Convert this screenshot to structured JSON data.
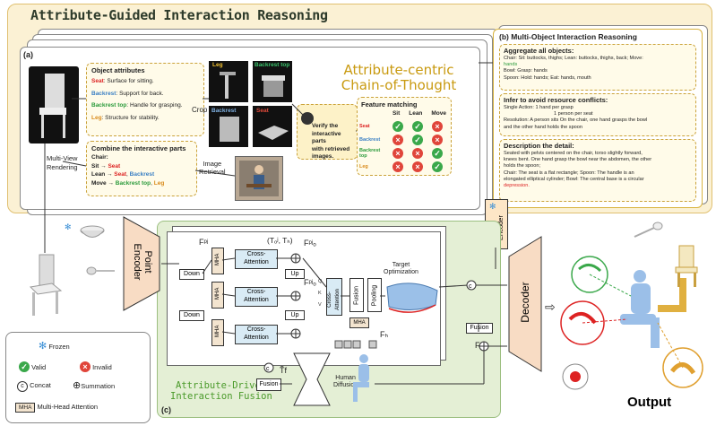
{
  "panel_a": {
    "title": "Attribute-Guided Interaction Reasoning",
    "label": "(a)",
    "cot_title": [
      "Attribute-centric",
      "Chain-of-Thought"
    ],
    "object_attributes": {
      "title": "Object attributes",
      "items": [
        {
          "part": "Seat",
          "desc": ": Surface for sitting."
        },
        {
          "part": "Backrest",
          "desc": ": Support for back."
        },
        {
          "part": "Backrest top",
          "desc": ": Handle for grasping."
        },
        {
          "part": "Leg",
          "desc": ": Structure for stability."
        }
      ]
    },
    "combine": {
      "title": "Combine the interactive parts",
      "object": "Chair:",
      "rows": [
        {
          "action": "Sit",
          "parts": "Seat"
        },
        {
          "action": "Lean",
          "parts_a": "Seat",
          "parts_b": "Backrest"
        },
        {
          "action": "Move",
          "parts_a": "Backrest top",
          "parts_b": "Leg"
        }
      ]
    },
    "crop_label": "Crop",
    "crops": [
      "Leg",
      "Backrest top",
      "Backrest",
      "Seat"
    ],
    "multi_view": [
      "Multi-View",
      "Rendering"
    ],
    "image_retrieval": [
      "Image",
      "Retrieval"
    ],
    "verify": [
      "Verify the",
      "interactive parts",
      "with retrieved",
      "images."
    ],
    "feature_matching": {
      "title": "Feature matching",
      "cols": [
        "Sit",
        "Lean",
        "Move"
      ],
      "rows": [
        {
          "name": "Seat",
          "vals": [
            true,
            true,
            false
          ]
        },
        {
          "name": "Backrest",
          "vals": [
            false,
            true,
            false
          ]
        },
        {
          "name": "Backrest top",
          "vals": [
            false,
            false,
            true
          ]
        },
        {
          "name": "Leg",
          "vals": [
            false,
            false,
            true
          ]
        }
      ]
    }
  },
  "panel_b": {
    "title": "(b) Multi-Object Interaction Reasoning",
    "aggregate": {
      "title": "Aggregate all objects:",
      "lines": [
        "Chair: Sit: buttocks, thighs; Lean: buttocks, thighs, back; Move:",
        "hands",
        "Bowl: Grasp: hands",
        "Spoon: Hold: hands; Eat: hands, mouth"
      ]
    },
    "infer": {
      "title": "Infer to avoid resource conflicts:",
      "lines": [
        "Single Action: 1 hand per grasp",
        "1 person per seat",
        "Resolution: A person sits On the chair, one hand grasps the bowl",
        "and the other hand holds the spoon"
      ]
    },
    "describe": {
      "title": "Description the detail:",
      "lines": [
        "Seated with pelvis centered on the chair, torso slightly forward,",
        "knees bent. One hand grasp the bowl near the abdomen, the other",
        "holds the spoon;",
        "Chair: The seat is a flat rectangle; Spoon: The handle is an",
        "elongated elliptical cylinder; Bowl: The central base is a circular",
        "depression."
      ]
    },
    "text_encoder": [
      "Text",
      "Encoder"
    ]
  },
  "panel_c": {
    "label": "(c)",
    "title": [
      "Attribute-Driven",
      "Interaction Fusion"
    ],
    "point_encoder": [
      "Point",
      "Encoder"
    ],
    "down": [
      "Down",
      "Down"
    ],
    "mha": "MHA",
    "cross_attention": [
      "Cross-",
      "Attention"
    ],
    "up": [
      "Up",
      "Up"
    ],
    "fusion": "Fusion",
    "pooling": "Pooling",
    "target_optimization": [
      "Target",
      "Optimization"
    ],
    "human_diffusion": [
      "Human",
      "Diffusion"
    ],
    "symbols": {
      "fp": "Fᵖʲ",
      "fpo": "Fᵖʲₒ",
      "fh": "Fₕ",
      "fhp": "Fₕₚ",
      "tf": "T̃f",
      "th": "Tₕ",
      "to": "(Tₒʲ, Tₕ)"
    },
    "qkv": [
      "Q",
      "K",
      "V"
    ]
  },
  "decoder": "Decoder",
  "output": "Output",
  "legend": {
    "frozen": "Frozen",
    "valid": "Valid",
    "invalid": "Invalid",
    "concat": "Concat",
    "summation": "Summation",
    "mha": "MHA",
    "mha_label": "Multi-Head Attention"
  }
}
